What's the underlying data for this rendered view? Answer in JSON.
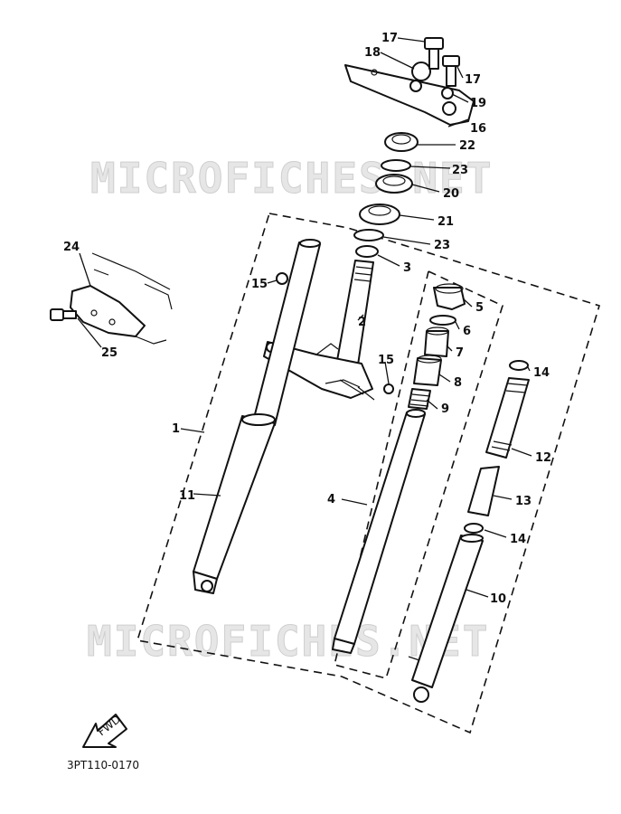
{
  "diagram": {
    "watermark_top": "MICROFICHES.NET",
    "watermark_bottom": "MICROFICHES.NET",
    "arrow_label": "FWD",
    "diagram_code": "3PT110-0170"
  },
  "callouts": [
    {
      "id": "c17a",
      "text": "17"
    },
    {
      "id": "c18",
      "text": "18"
    },
    {
      "id": "c17b",
      "text": "17"
    },
    {
      "id": "c19",
      "text": "19"
    },
    {
      "id": "c16",
      "text": "16"
    },
    {
      "id": "c22",
      "text": "22"
    },
    {
      "id": "c23a",
      "text": "23"
    },
    {
      "id": "c20",
      "text": "20"
    },
    {
      "id": "c21",
      "text": "21"
    },
    {
      "id": "c23b",
      "text": "23"
    },
    {
      "id": "c3",
      "text": "3"
    },
    {
      "id": "c24",
      "text": "24"
    },
    {
      "id": "c15a",
      "text": "15"
    },
    {
      "id": "c5",
      "text": "5"
    },
    {
      "id": "c2",
      "text": "2"
    },
    {
      "id": "c6",
      "text": "6"
    },
    {
      "id": "c25",
      "text": "25"
    },
    {
      "id": "c7",
      "text": "7"
    },
    {
      "id": "c15b",
      "text": "15"
    },
    {
      "id": "c14a",
      "text": "14"
    },
    {
      "id": "c8",
      "text": "8"
    },
    {
      "id": "c9",
      "text": "9"
    },
    {
      "id": "c1",
      "text": "1"
    },
    {
      "id": "c12",
      "text": "12"
    },
    {
      "id": "c11",
      "text": "11"
    },
    {
      "id": "c4",
      "text": "4"
    },
    {
      "id": "c13",
      "text": "13"
    },
    {
      "id": "c14b",
      "text": "14"
    },
    {
      "id": "c10",
      "text": "10"
    }
  ]
}
